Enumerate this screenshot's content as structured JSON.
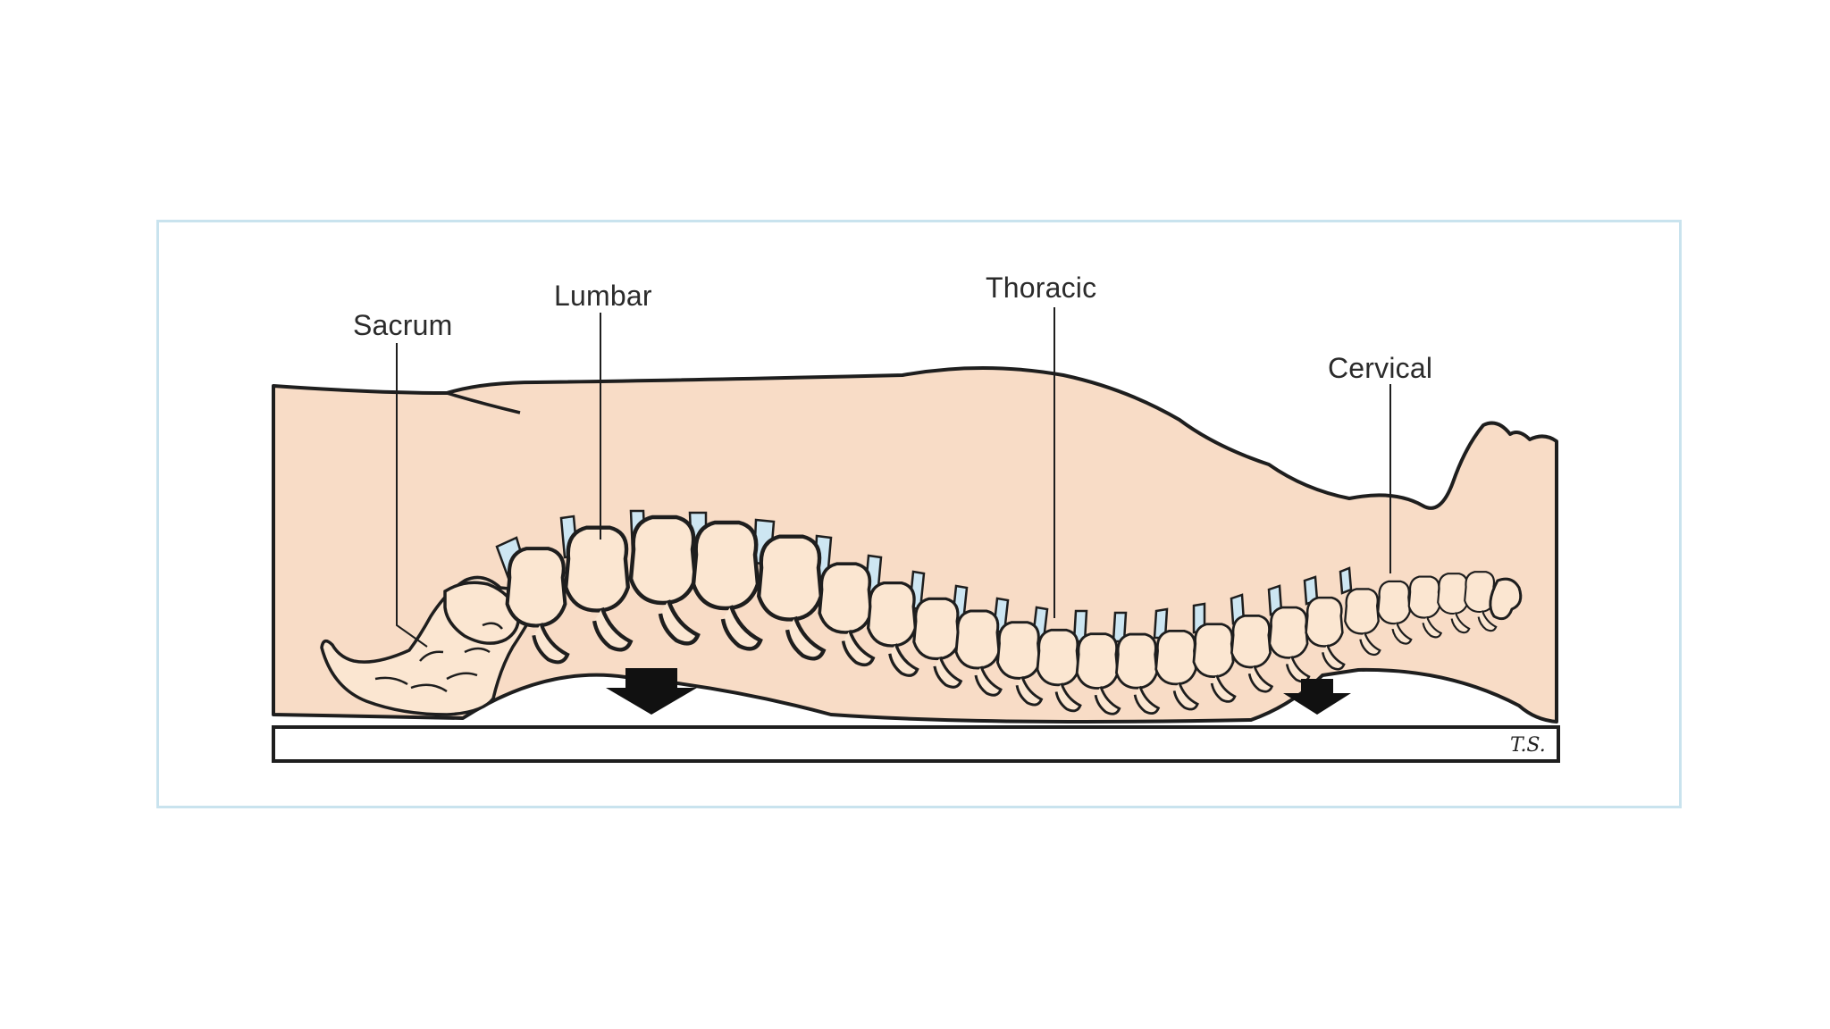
{
  "diagram": {
    "labels": {
      "sacrum": "Sacrum",
      "lumbar": "Lumbar",
      "thoracic": "Thoracic",
      "cervical": "Cervical"
    },
    "signature": "T.S.",
    "colors": {
      "skin": "#f8dcc6",
      "bone": "#fbe6d1",
      "disc": "#cde6f2",
      "outline": "#1e1e1e",
      "frame_border": "#c9e3ee",
      "arrow": "#111111"
    }
  }
}
